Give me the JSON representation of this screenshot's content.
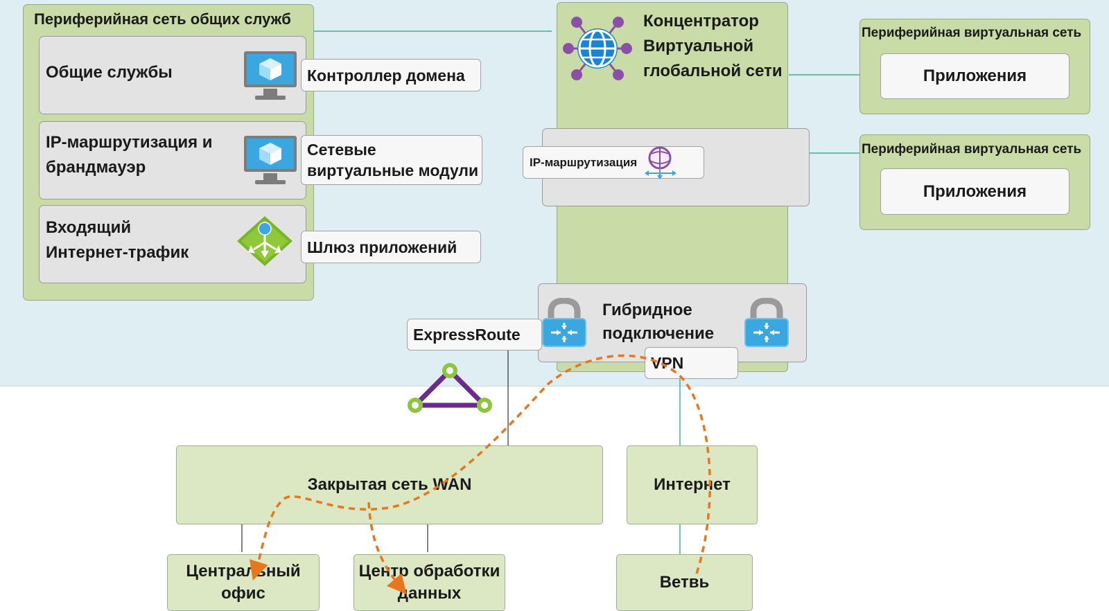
{
  "spoke_shared": {
    "title": "Периферийная сеть общих служб",
    "rows": [
      {
        "label": "Общие службы",
        "icon": "virtual-machine-icon",
        "tag": "Контроллер домена"
      },
      {
        "label_line1": "IP-маршрутизация и",
        "label_line2": "брандмауэр",
        "icon": "virtual-machine-icon",
        "tag_line1": "Сетевые",
        "tag_line2": "виртуальные модули"
      },
      {
        "label_line1": "Входящий",
        "label_line2": "Интернет-трафик",
        "icon": "application-gateway-icon",
        "tag": "Шлюз приложений"
      }
    ]
  },
  "hub": {
    "title_line1": "Концентратор",
    "title_line2": "Виртуальной",
    "title_line3": "глобальной сети",
    "icon": "virtual-wan-globe-icon",
    "routing_label": "IP-маршрутизация",
    "routing_icon": "route-table-icon",
    "hybrid_line1": "Гибридное",
    "hybrid_line2": "подключение",
    "gateway_icon": "vpn-gateway-lock-icon"
  },
  "spokes": [
    {
      "title": "Периферийная виртуальная сеть",
      "app": "Приложения"
    },
    {
      "title": "Периферийная виртуальная сеть",
      "app": "Приложения"
    }
  ],
  "connections": {
    "expressroute": "ExpressRoute",
    "expressroute_icon": "expressroute-circuit-icon",
    "vpn": "VPN"
  },
  "onprem": {
    "wan": "Закрытая сеть WAN",
    "internet": "Интернет",
    "hq_line1": "Центральный",
    "hq_line2": "офис",
    "dc_line1": "Центр обработки",
    "dc_line2": "данных",
    "branch": "Ветвь"
  },
  "colors": {
    "cloud_bg": "#deeef3",
    "container_green": "#c9dba6",
    "onprem_green": "#dce8c3",
    "connector": "#3fb28a",
    "traffic_path": "#e8761c",
    "expressroute_purple": "#6b2a8c",
    "expressroute_green": "#8cc63f"
  }
}
